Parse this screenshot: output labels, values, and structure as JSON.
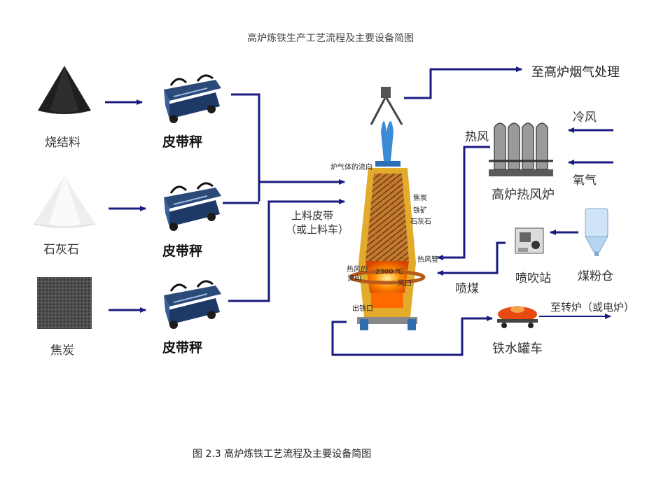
{
  "title": "高炉炼铁生产工艺流程及主要设备简图",
  "caption": "图 2.3 高炉炼铁工艺流程及主要设备简图",
  "materials": [
    "烧结料",
    "石灰石",
    "焦炭"
  ],
  "belt_scale": "皮带秤",
  "labels": {
    "to_gas": "至高炉烟气处理",
    "cold_air": "冷风",
    "hot_air": "热风",
    "oxygen": "氧气",
    "stove": "高炉热风炉",
    "feeder_line1": "上料皮带",
    "feeder_line2": "（或上料车）",
    "gas_flow": "炉气体的流向",
    "injection_station": "喷吹站",
    "coal_bin": "煤粉仓",
    "coal_injection": "喷煤",
    "ladle": "铁水罐车",
    "to_converter": "至转炉（或电炉）"
  },
  "furnace_labels": {
    "coke": "焦炭",
    "ore": "铁矿",
    "limestone": "石灰石",
    "hot_pipe": "热风管",
    "hot_air_flow_1": "热风的",
    "hot_air_flow_2": "流向",
    "temp": "2300 ℃",
    "tuyere": "风口",
    "tap_hole": "出铁口"
  },
  "colors": {
    "arrow": "#1a1a80",
    "furnace_shell": "#e3ab2c",
    "molten": "#ff6a00",
    "stove": "#8c8c8c"
  }
}
